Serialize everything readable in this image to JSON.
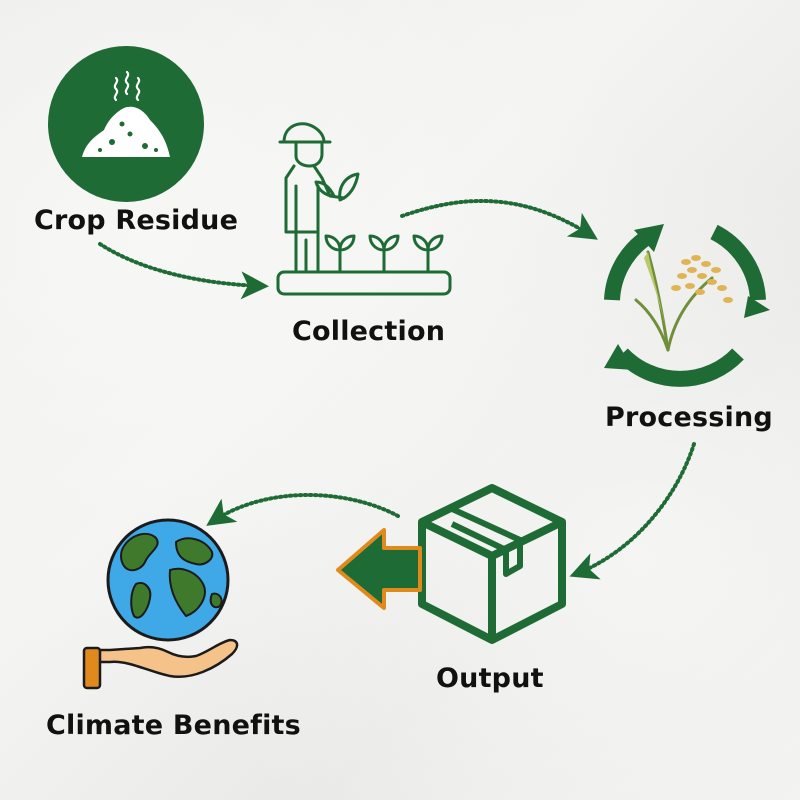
{
  "steps": {
    "crop_residue": "Crop Residue",
    "collection": "Collection",
    "processing": "Processing",
    "output": "Output",
    "climate_benefits": "Climate Benefits"
  },
  "icons": {
    "crop_residue": "residue-pile-icon",
    "collection": "farmer-seedlings-icon",
    "processing": "recycle-rice-icon",
    "output": "box-icon",
    "climate_benefits": "globe-in-hand-icon"
  },
  "colors": {
    "accent_green": "#1f6b35",
    "arrow_orange": "#e08a1e",
    "globe_blue": "#3fa9e8",
    "hand_skin": "#f5c38a"
  }
}
